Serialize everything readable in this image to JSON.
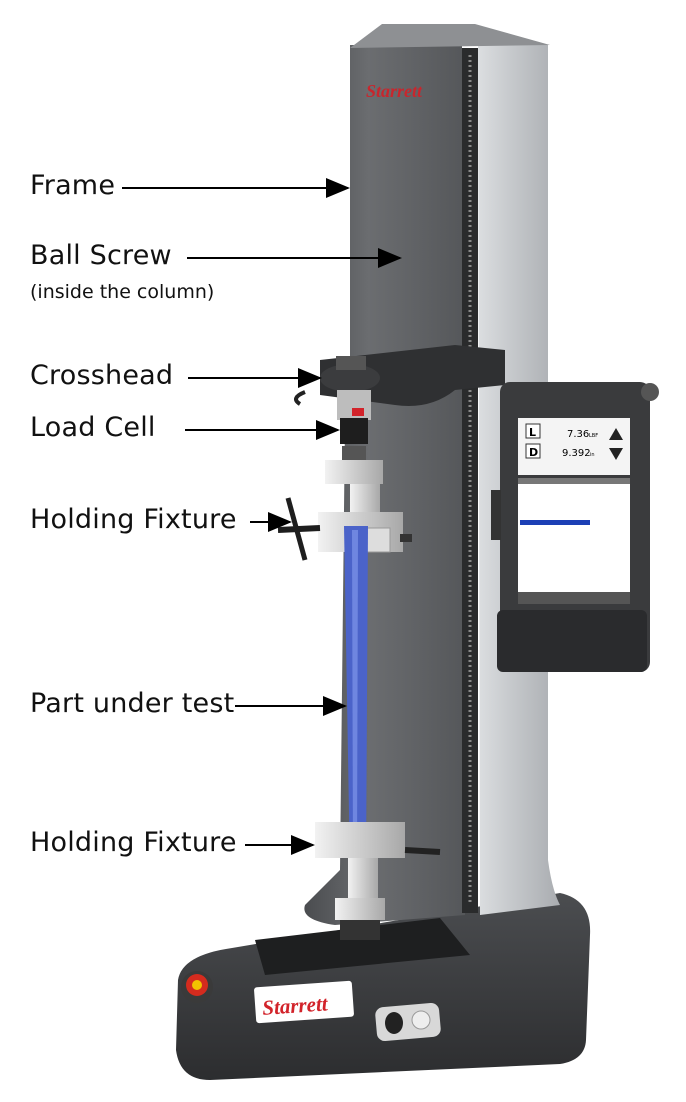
{
  "labels": {
    "frame": "Frame",
    "ball_screw": "Ball Screw",
    "ball_screw_note": "(inside the column)",
    "crosshead": "Crosshead",
    "load_cell": "Load Cell",
    "holding_fixture_top": "Holding Fixture",
    "part_under_test": "Part under test",
    "holding_fixture_bottom": "Holding Fixture"
  },
  "brand": {
    "logo": "Starrett",
    "color": "#d2232a"
  },
  "display": {
    "load_key": "L",
    "distance_key": "D",
    "load_value": "7.36",
    "load_unit": "LBF",
    "distance_value": "9.392",
    "distance_unit": "in"
  },
  "colors": {
    "column": "#5b5d60",
    "silver": "#c9ccd0",
    "specimen": "#4b63c9",
    "estop": "#d52b1e"
  }
}
